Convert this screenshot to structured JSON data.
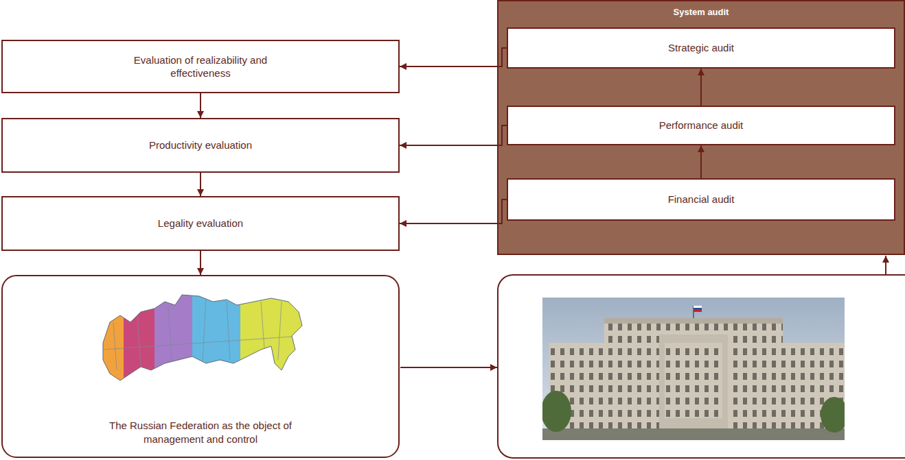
{
  "diagram": {
    "nodes": [
      {
        "text": [
          "Evaluation of realizability and effectiveness"
        ]
      },
      {
        "text": [
          "Productivity evaluation"
        ]
      },
      {
        "text": [
          "Legality evaluation"
        ]
      },
      {
        "text": [
          "System audit"
        ]
      },
      {
        "text": [
          "Strategic audit"
        ],
        "in": 3
      },
      {
        "text": [
          "Performance audit"
        ],
        "in": 3
      },
      {
        "text": [
          "Financial audit"
        ],
        "in": 3
      },
      {
        "text": [
          "The Russian Federation as the object of management and control"
        ]
      }
    ],
    "edges": [
      {
        "from": 4,
        "to": 0,
        "arrow": "to"
      },
      {
        "from": 5,
        "to": 1,
        "arrow": "to"
      },
      {
        "from": 6,
        "to": 2,
        "arrow": "to"
      },
      {
        "from": 0,
        "to": 1,
        "arrow": "to"
      },
      {
        "from": 1,
        "to": 2,
        "arrow": "to"
      },
      {
        "from": 2,
        "to": 7,
        "arrow": "to"
      },
      {
        "from": 6,
        "to": 5,
        "arrow": "to"
      },
      {
        "from": 5,
        "to": 4,
        "arrow": "to"
      }
    ]
  }
}
